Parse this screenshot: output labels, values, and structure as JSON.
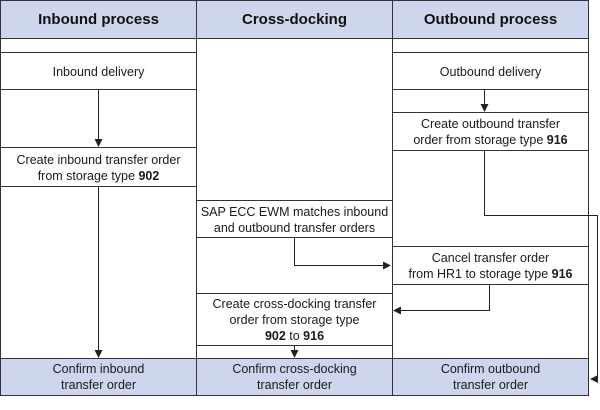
{
  "columns": {
    "inbound": "Inbound process",
    "crossdock": "Cross-docking",
    "outbound": "Outbound process"
  },
  "steps": {
    "inbound_delivery": "Inbound delivery",
    "outbound_delivery": "Outbound delivery",
    "create_outbound_to_l1": "Create outbound transfer",
    "create_outbound_to_l2a": "order from storage type ",
    "create_outbound_to_l2b": "916",
    "create_inbound_to_l1": "Create inbound transfer order",
    "create_inbound_to_l2a": "from storage type ",
    "create_inbound_to_l2b": "902",
    "ewm_match_l1": "SAP ECC EWM matches inbound",
    "ewm_match_l2": "and outbound transfer orders",
    "cancel_to_l1": "Cancel transfer order",
    "cancel_to_l2a": "from HR1 to storage type ",
    "cancel_to_l2b": "916",
    "create_xd_l1": "Create cross-docking transfer",
    "create_xd_l2": "order from storage type",
    "create_xd_l3a": "902",
    "create_xd_l3b": " to ",
    "create_xd_l3c": "916"
  },
  "bottom": {
    "confirm_inbound_l1": "Confirm inbound",
    "confirm_inbound_l2": "transfer order",
    "confirm_xd_l1": "Confirm cross-docking",
    "confirm_xd_l2": "transfer order",
    "confirm_outbound_l1": "Confirm outbound",
    "confirm_outbound_l2": "transfer order"
  },
  "colors": {
    "header_fill": "#cdd6ec",
    "line": "#333333"
  }
}
